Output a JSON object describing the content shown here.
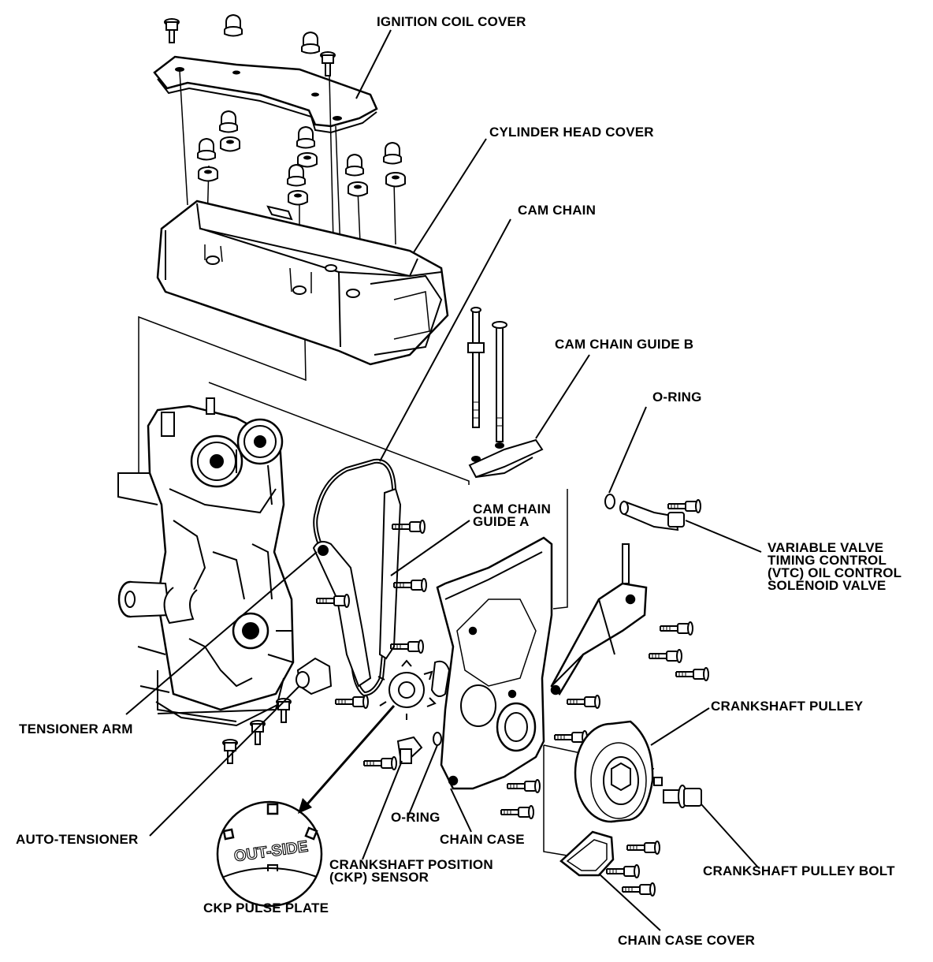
{
  "labels": {
    "ignition_coil_cover": "IGNITION COIL COVER",
    "cylinder_head_cover": "CYLINDER HEAD COVER",
    "cam_chain": "CAM CHAIN",
    "cam_chain_guide_b": "CAM CHAIN GUIDE B",
    "o_ring_top": "O-RING",
    "cam_chain_guide_a_1": "CAM CHAIN",
    "cam_chain_guide_a_2": "GUIDE A",
    "vtc_1": "VARIABLE VALVE",
    "vtc_2": "TIMING CONTROL",
    "vtc_3": "(VTC) OIL CONTROL",
    "vtc_4": "SOLENOID VALVE",
    "crankshaft_pulley": "CRANKSHAFT PULLEY",
    "tensioner_arm": "TENSIONER ARM",
    "auto_tensioner": "AUTO-TENSIONER",
    "o_ring_bottom": "O-RING",
    "chain_case": "CHAIN CASE",
    "ckp_sensor_1": "CRANKSHAFT POSITION",
    "ckp_sensor_2": "(CKP) SENSOR",
    "crankshaft_pulley_bolt": "CRANKSHAFT PULLEY BOLT",
    "ckp_pulse_plate": "CKP PULSE PLATE",
    "chain_case_cover": "CHAIN CASE COVER"
  },
  "stamp_text": "OUT-SIDE"
}
